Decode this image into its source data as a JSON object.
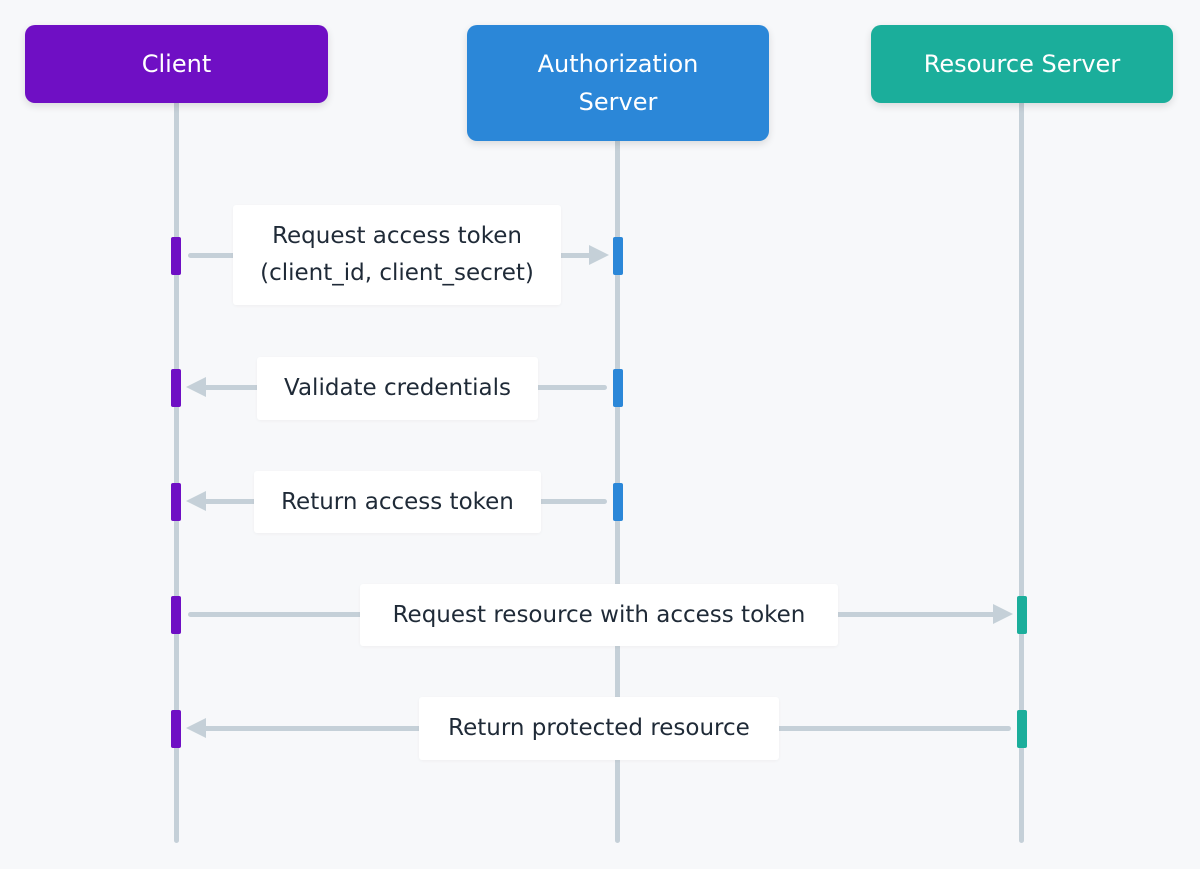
{
  "participants": [
    {
      "id": "client",
      "label": "Client",
      "color": "#6f0fc4"
    },
    {
      "id": "auth",
      "label": "Authorization Server",
      "color": "#2b87d8"
    },
    {
      "id": "resource",
      "label": "Resource Server",
      "color": "#1bae9b"
    }
  ],
  "messages": [
    {
      "from": "client",
      "to": "auth",
      "label_line1": "Request access token",
      "label_line2": "(client_id, client_secret)"
    },
    {
      "from": "auth",
      "to": "client",
      "label_line1": "Validate credentials"
    },
    {
      "from": "auth",
      "to": "client",
      "label_line1": "Return access token"
    },
    {
      "from": "client",
      "to": "resource",
      "label_line1": "Request resource with access token"
    },
    {
      "from": "resource",
      "to": "client",
      "label_line1": "Return protected resource"
    }
  ],
  "colors": {
    "background": "#f7f8fa",
    "line": "#c5d0d8",
    "label_text": "#1f2a37"
  }
}
